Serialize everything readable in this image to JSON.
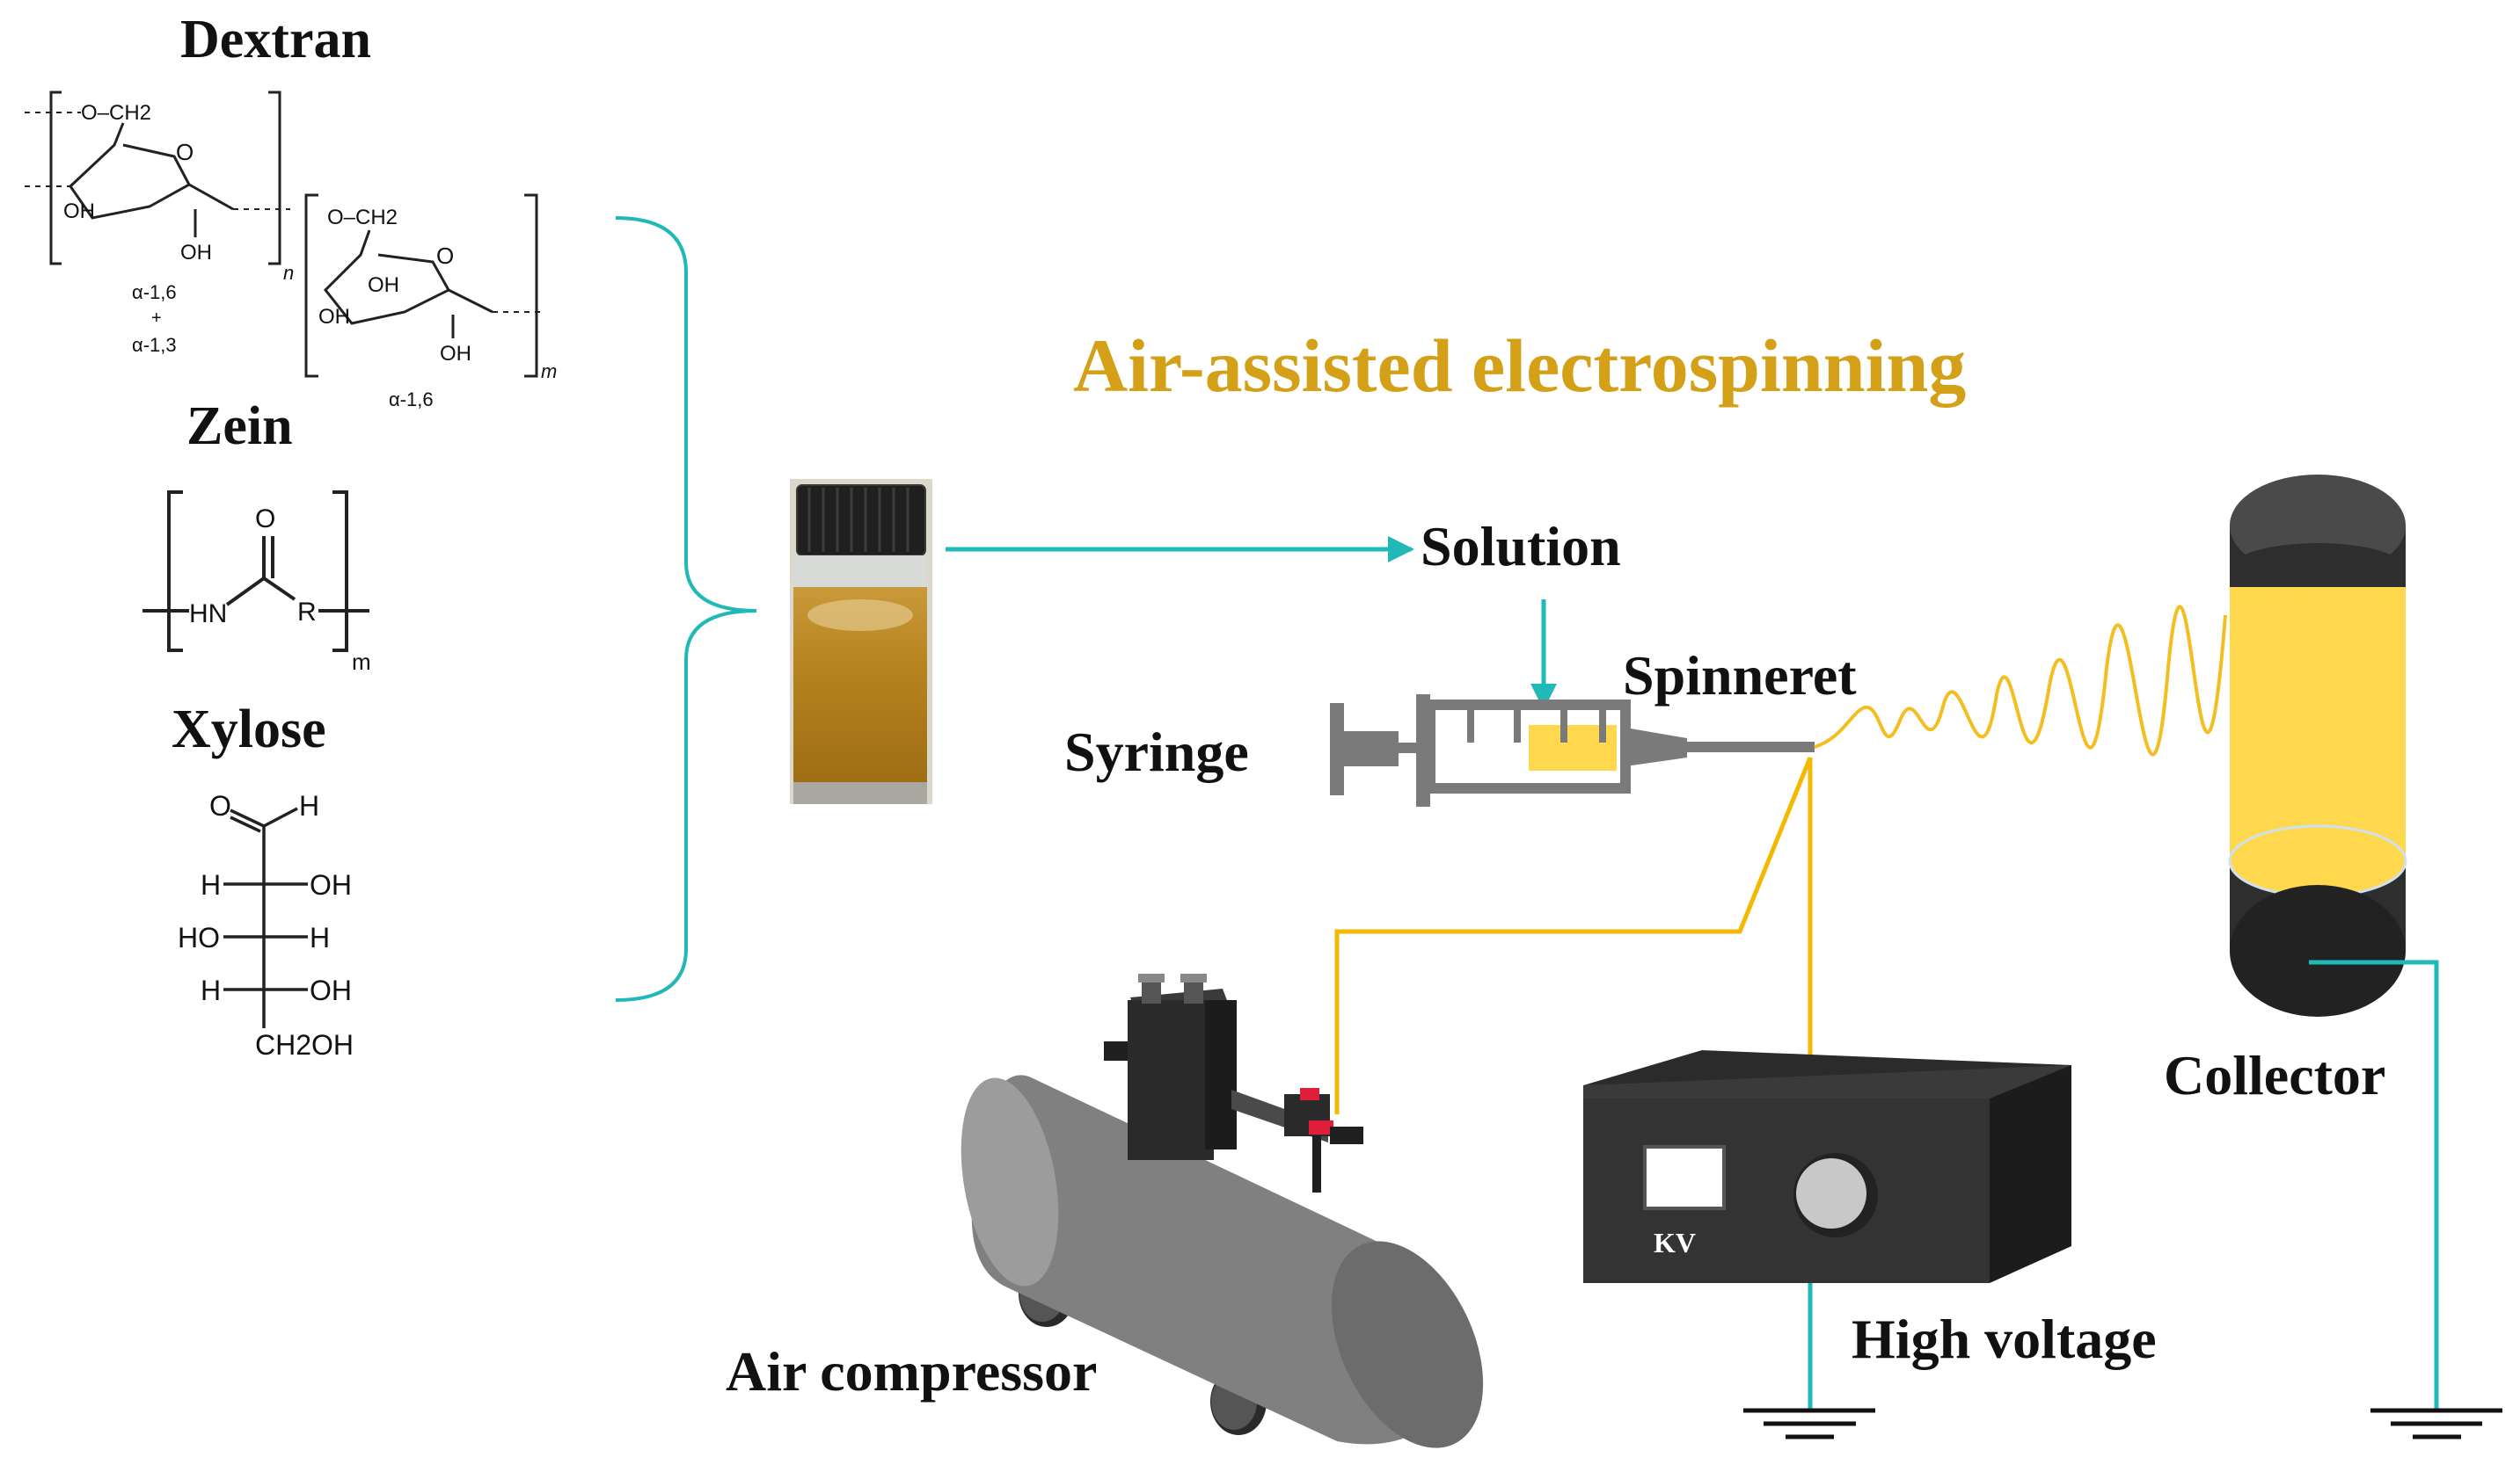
{
  "title": "Air-assisted electrospinning",
  "colors": {
    "title": "#D4A017",
    "teal": "#21B8B8",
    "wire": "#F5B800",
    "fiber": "#F3BE22",
    "collector_band": "#FFD84D",
    "gray_dark": "#2E2E2E",
    "gray_mid": "#7A7A7A",
    "gray_light": "#A8A8A8"
  },
  "materials": {
    "dextran": {
      "name": "Dextran",
      "unit1": {
        "o_ch2": "O–CH2",
        "oh_a": "OH",
        "oh_b": "OH",
        "ring_o": "O",
        "n": "n",
        "linkage_1": "α-1,6",
        "plus": "+",
        "linkage_2": "α-1,3"
      },
      "unit2": {
        "o_ch2": "O–CH2",
        "oh_a": "OH",
        "oh_b": "OH",
        "oh_c": "OH",
        "ring_o": "O",
        "m": "m",
        "linkage": "α-1,6"
      }
    },
    "zein": {
      "name": "Zein",
      "o": "O",
      "hn": "HN",
      "r": "R",
      "m": "m"
    },
    "xylose": {
      "name": "Xylose",
      "top_o": "O",
      "top_h": "H",
      "row1": {
        "left": "H",
        "right": "OH"
      },
      "row2": {
        "left": "HO",
        "right": "H"
      },
      "row3": {
        "left": "H",
        "right": "OH"
      },
      "bottom": "CH2OH"
    }
  },
  "labels": {
    "solution": "Solution",
    "syringe": "Syringe",
    "spinneret": "Spinneret",
    "collector": "Collector",
    "air_compressor": "Air compressor",
    "high_voltage": "High voltage",
    "kv": "KV"
  }
}
